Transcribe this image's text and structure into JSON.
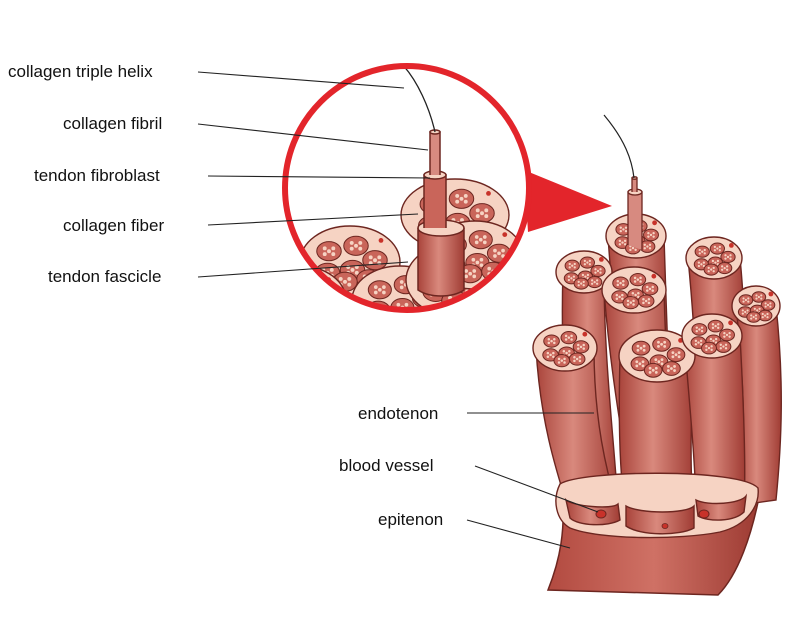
{
  "labels": {
    "collagen_triple_helix": "collagen triple helix",
    "collagen_fibril": "collagen fibril",
    "tendon_fibroblast": "tendon fibroblast",
    "collagen_fiber": "collagen fiber",
    "tendon_fascicle": "tendon fascicle",
    "endotenon": "endotenon",
    "blood_vessel": "blood vessel",
    "epitenon": "epitenon"
  },
  "colors": {
    "tissue": "#c9655a",
    "tissue_light": "#d78a80",
    "tissue_dark": "#8c3129",
    "cross_section": "#f6d3c3",
    "cell": "#9e3a33",
    "blood": "#c8322a",
    "magnifier": "#e3252b",
    "leader_line": "#222222"
  }
}
